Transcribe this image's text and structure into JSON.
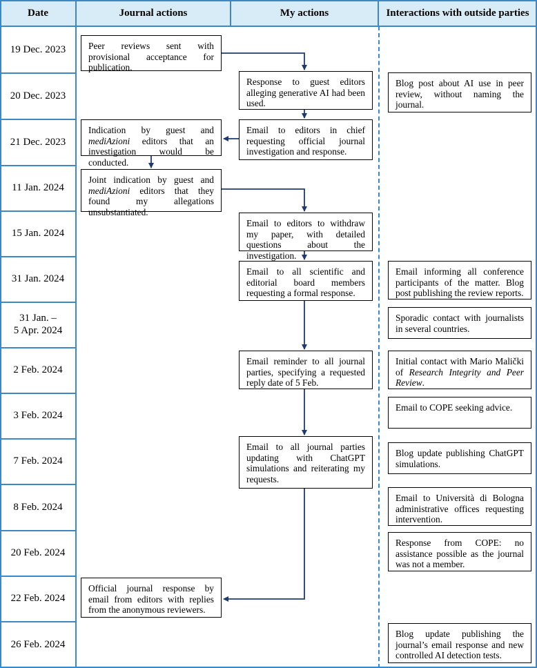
{
  "headers": {
    "date": "Date",
    "journal": "Journal actions",
    "mine": "My actions",
    "outside": "Interactions with outside parties"
  },
  "dates": [
    "19 Dec. 2023",
    "20 Dec. 2023",
    "21 Dec. 2023",
    "11 Jan. 2024",
    "15 Jan. 2024",
    "31 Jan. 2024",
    "31 Jan. –\n5 Apr. 2024",
    "2 Feb. 2024",
    "3 Feb. 2024",
    "7 Feb. 2024",
    "8 Feb. 2024",
    "20 Feb. 2024",
    "22 Feb. 2024",
    "26 Feb. 2024"
  ],
  "journal_actions": [
    "Peer reviews sent with provisional acceptance for publication.",
    "Indication by guest and <i>mediAzioni</i> editors that an investigation would be conducted.",
    "Joint indication by guest and <i>mediAzioni</i> editors that they found my allegations unsubstantiated.",
    "Official journal response by email from editors with replies from the anonymous reviewers."
  ],
  "my_actions": [
    "Response to guest editors alleging generative AI had been used.",
    "Email to editors in chief requesting official journal investigation and response.",
    "Email to editors to withdraw my paper, with detailed questions about the investigation.",
    "Email to all scientific and editorial board members requesting a formal response.",
    "Email reminder to all journal parties, specifying a requested reply date of 5 Feb.",
    "Email to all journal parties updating with ChatGPT simulations and reiterating my requests."
  ],
  "outside_interactions": [
    "Blog post about AI use in peer review, without naming the journal.",
    "Email informing all conference participants of the matter. Blog post publishing the review reports.",
    "Sporadic contact with journalists in several countries.",
    "Initial contact with Mario Malički of <i>Research Integrity and Peer Review</i>.",
    "Email to COPE seeking advice.",
    "Blog update publishing ChatGPT simulations.",
    "Email to Università di Bologna administrative offices requesting intervention.",
    "Response from COPE: no assistance possible as the journal was not a member.",
    "Blog update publishing the journal’s email response and new controlled AI detection tests."
  ],
  "colors": {
    "grid": "#3b88c4",
    "header_bg": "#d8ecf8",
    "arrow": "#1f3a6e"
  }
}
